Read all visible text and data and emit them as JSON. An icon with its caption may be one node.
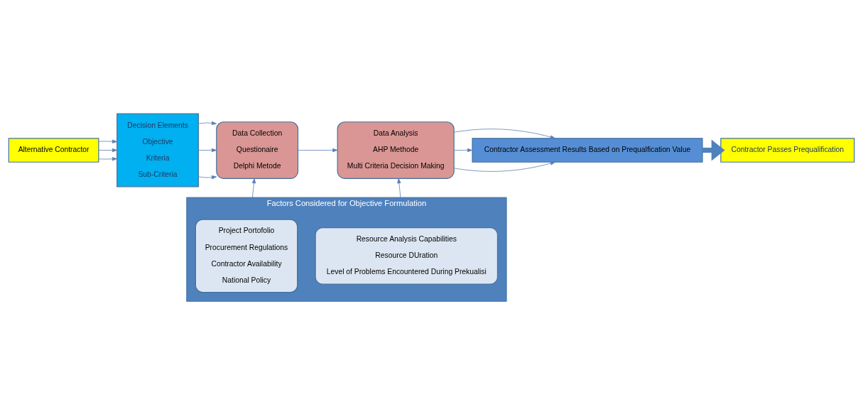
{
  "diagram": {
    "nodes": [
      {
        "text": [
          "Alternative Contractor"
        ]
      },
      {
        "text": [
          "Decision Elements",
          "Objective",
          "Kriteria",
          "Sub-Criteria"
        ]
      },
      {
        "text": [
          "Data Collection",
          "Questionaire",
          "Delphi Metode"
        ]
      },
      {
        "text": [
          "Data Analysis",
          "AHP Methode",
          "Multi Criteria Decision Making"
        ]
      },
      {
        "text": [
          "Contractor Assessment Results Based on Prequalfication Value"
        ]
      },
      {
        "text": [
          "Contractor Passes Prequalification"
        ]
      },
      {
        "text": [
          "Factors Considered for Objective Formulation"
        ]
      },
      {
        "text": [
          "Project Portofolio",
          "Procurement Regulations",
          "Contractor Availability",
          "National Policy"
        ],
        "in": 6
      },
      {
        "text": [
          "Resource Analysis Capabilities",
          "Resource DUration",
          "Level of Problems Encountered During Prekualisi"
        ],
        "in": 6
      }
    ],
    "edges": [
      {
        "from": 0,
        "to": 1,
        "arrow": "to"
      },
      {
        "from": 0,
        "to": 1,
        "arrow": "to"
      },
      {
        "from": 0,
        "to": 1,
        "arrow": "to"
      },
      {
        "from": 1,
        "to": 2,
        "arrow": "to"
      },
      {
        "from": 1,
        "to": 2,
        "arrow": "to"
      },
      {
        "from": 1,
        "to": 2,
        "arrow": "to"
      },
      {
        "from": 2,
        "to": 3,
        "arrow": "to"
      },
      {
        "from": 3,
        "to": 4,
        "arrow": "to"
      },
      {
        "from": 3,
        "to": 4,
        "arrow": "to"
      },
      {
        "from": 3,
        "to": 4,
        "arrow": "to"
      },
      {
        "from": 4,
        "to": 5,
        "arrow": "to",
        "style": "thick"
      },
      {
        "from": 6,
        "to": 2,
        "arrow": "to"
      },
      {
        "from": 6,
        "to": 3,
        "arrow": "to"
      }
    ]
  }
}
